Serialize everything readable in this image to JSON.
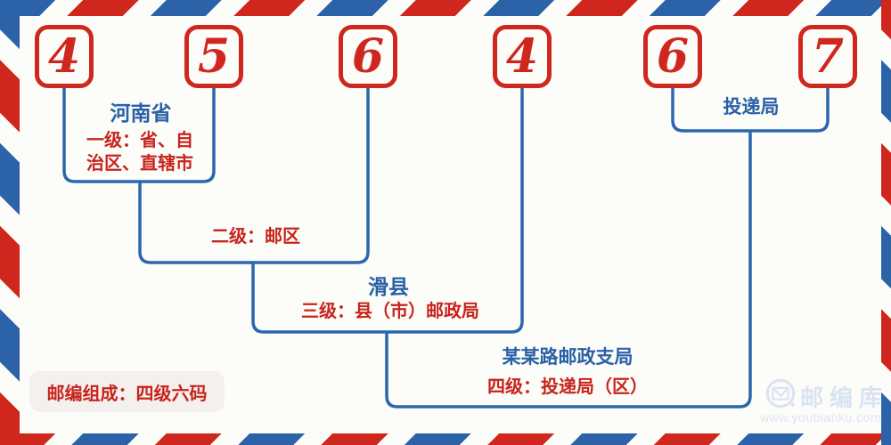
{
  "postal_code": {
    "digits": [
      "4",
      "5",
      "6",
      "4",
      "6",
      "7"
    ]
  },
  "annotations": {
    "level1_region": "河南省",
    "level1_desc_line1": "一级：省、自",
    "level1_desc_line2": "治区、直辖市",
    "level2_desc": "二级：邮区",
    "level3_region": "滑县",
    "level3_desc": "三级：县（市）邮政局",
    "level4_office": "某某路邮政支局",
    "level4_desc": "四级：投递局（区）",
    "delivery_office": "投递局"
  },
  "footer": {
    "composition": "邮编组成：四级六码"
  },
  "watermark": {
    "brand": "邮编库",
    "url": "www.youbianku.com"
  },
  "colors": {
    "red": "#cf271d",
    "red_text": "#c8231c",
    "blue_line": "#2b67ae",
    "blue_text": "#2a61a6",
    "watermark_blue": "#d9e3f3",
    "background": "#fcfcf9"
  }
}
